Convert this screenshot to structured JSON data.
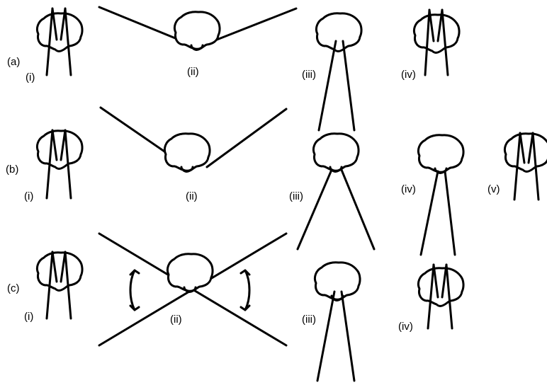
{
  "rows": [
    {
      "label": "(a)",
      "panels": [
        "(i)",
        "(ii)",
        "(iii)",
        "(iv)"
      ]
    },
    {
      "label": "(b)",
      "panels": [
        "(i)",
        "(ii)",
        "(iii)",
        "(iv)",
        "(v)"
      ]
    },
    {
      "label": "(c)",
      "panels": [
        "(i)",
        "(ii)",
        "(iii)",
        "(iv)"
      ]
    }
  ],
  "colors": {
    "ink": "#000000",
    "background": "#ffffff"
  },
  "icons": [
    "head-outline",
    "hair-strands",
    "rotation-arrow"
  ]
}
